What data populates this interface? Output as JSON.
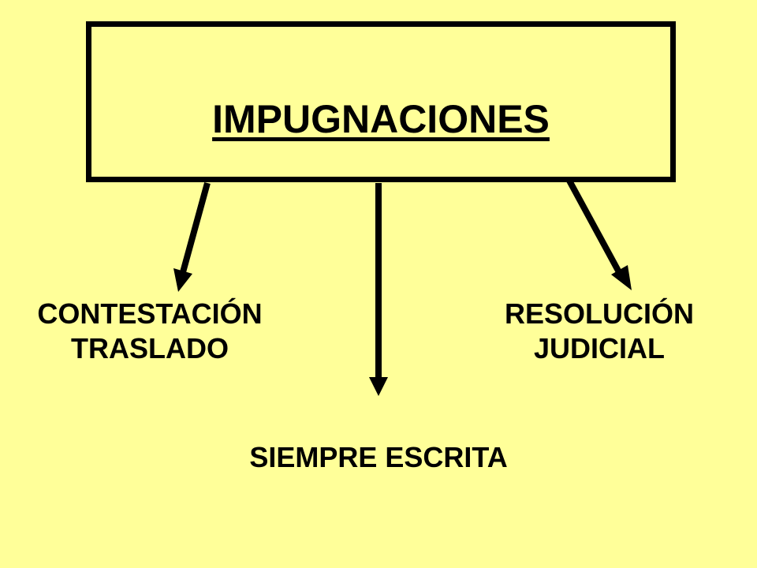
{
  "diagram": {
    "title": "IMPUGNACIONES",
    "branches": {
      "left": {
        "line1": "CONTESTACIÓN",
        "line2": "TRASLADO"
      },
      "center": {
        "line1": "SIEMPRE ESCRITA"
      },
      "right": {
        "line1": "RESOLUCIÓN",
        "line2": "JUDICIAL"
      }
    }
  },
  "colors": {
    "background": "#FFFF99",
    "stroke": "#000000",
    "text": "#000000"
  }
}
